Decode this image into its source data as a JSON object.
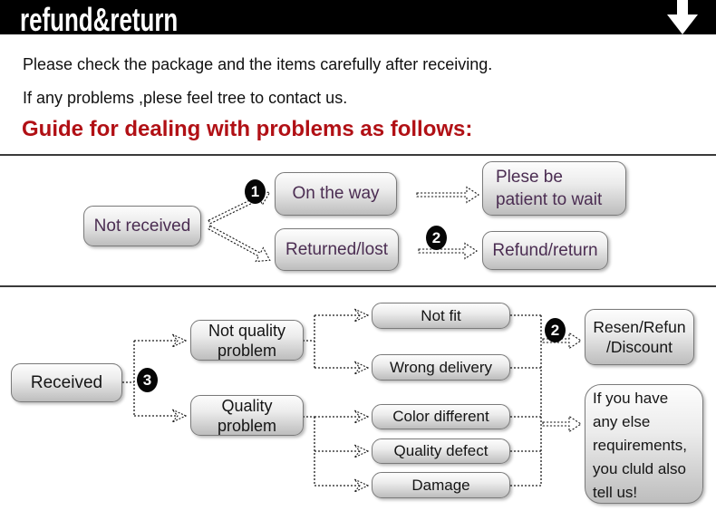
{
  "header": {
    "title": "refund&return",
    "arrow_icon": "down-arrow"
  },
  "intro": {
    "line1": "Please check the package and the items carefully after receiving.",
    "line2": "If any problems ,plese feel tree to contact us."
  },
  "guide_heading": "Guide for dealing with problems as follows:",
  "colors": {
    "header_bg": "#000000",
    "heading_red": "#b11015",
    "flow1_text_purple": "#4b2d52",
    "flow2_text": "#151515",
    "node_border": "#7a7a7a"
  },
  "flow1": {
    "not_received": "Not received",
    "on_the_way": "On the way",
    "returned_lost": "Returned/lost",
    "patient_wait": "Plese be\npatient to wait",
    "refund_return": "Refund/return",
    "badge_1": "1",
    "badge_2": "2"
  },
  "flow2": {
    "received": "Received",
    "not_quality_problem": "Not quality\nproblem",
    "quality_problem": "Quality\nproblem",
    "not_fit": "Not fit",
    "wrong_delivery": "Wrong delivery",
    "color_different": "Color different",
    "quality_defect": "Quality defect",
    "damage": "Damage",
    "resen_refund_discount": "Resen/Refun\n/Discount",
    "note": "If you have\nany else\nrequirements,\nyou cluld also\ntell us!",
    "badge_3": "3",
    "badge_2": "2"
  }
}
